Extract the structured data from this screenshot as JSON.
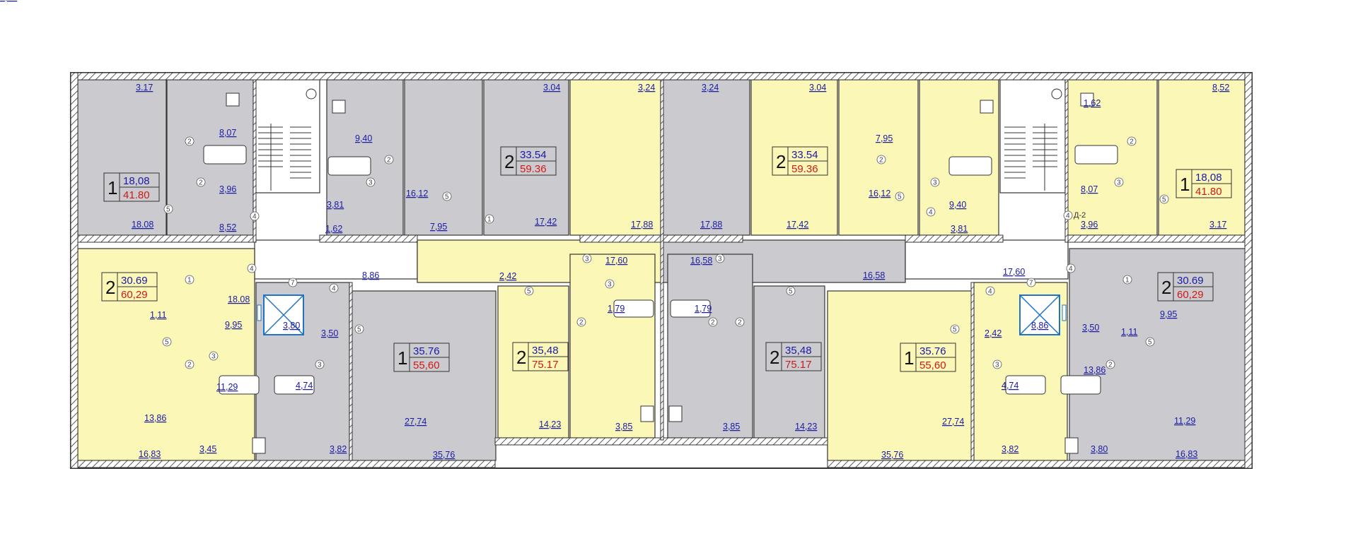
{
  "colors": {
    "grey_room": "#cbcbcf",
    "yellow_room": "#fbf7b6",
    "wall": "#ffffff",
    "wall_outline": "#333333",
    "area_text": "#1a1aa6",
    "total_text": "#d01818",
    "elevator": "#1f74c4"
  },
  "apartments": [
    {
      "rooms": "1",
      "living": "18,08",
      "total": "41.80"
    },
    {
      "rooms": "2",
      "living": "33.54",
      "total": "59.36"
    },
    {
      "rooms": "2",
      "living": "33.54",
      "total": "59.36"
    },
    {
      "rooms": "1",
      "living": "18,08",
      "total": "41.80"
    },
    {
      "rooms": "2",
      "living": "30.69",
      "total": "60,29"
    },
    {
      "rooms": "1",
      "living": "35.76",
      "total": "55,60"
    },
    {
      "rooms": "2",
      "living": "35,48",
      "total": "75.17"
    },
    {
      "rooms": "2",
      "living": "35,48",
      "total": "75.17"
    },
    {
      "rooms": "1",
      "living": "35.76",
      "total": "55,60"
    },
    {
      "rooms": "2",
      "living": "30.69",
      "total": "60,29"
    }
  ],
  "room_areas": [
    "3.17",
    "8,07",
    "3,96",
    "18.08",
    "8,52",
    "9,40",
    "3,81",
    "1,62",
    "16,12",
    "7,95",
    "3.04",
    "17,42",
    "3,24",
    "17,88",
    "3,24",
    "17,88",
    "3.04",
    "17,42",
    "16,12",
    "7,95",
    "9,40",
    "3,81",
    "1,62",
    "8,07",
    "3,96",
    "8,52",
    "3.17",
    "18.08",
    "9,95",
    "1,11",
    "13,86",
    "16,83",
    "3,45",
    "11,29",
    "3,80",
    "3,50",
    "4,74",
    "3,82",
    "8,86",
    "27,74",
    "35,76",
    "2,42",
    "14,23",
    "17,60",
    "1,79",
    "3,85",
    "16,58",
    "1,79",
    "3,85",
    "16,58",
    "14,23",
    "17,60",
    "27,74",
    "35,76",
    "2,42",
    "4,74",
    "3,82",
    "8,86",
    "3,50",
    "1,11",
    "9,95",
    "13,86",
    "3,80",
    "11,29",
    "16,83",
    "3,45"
  ],
  "room_codes": [
    "1",
    "2",
    "3",
    "4",
    "5",
    "7"
  ],
  "door_label": "Д-2"
}
